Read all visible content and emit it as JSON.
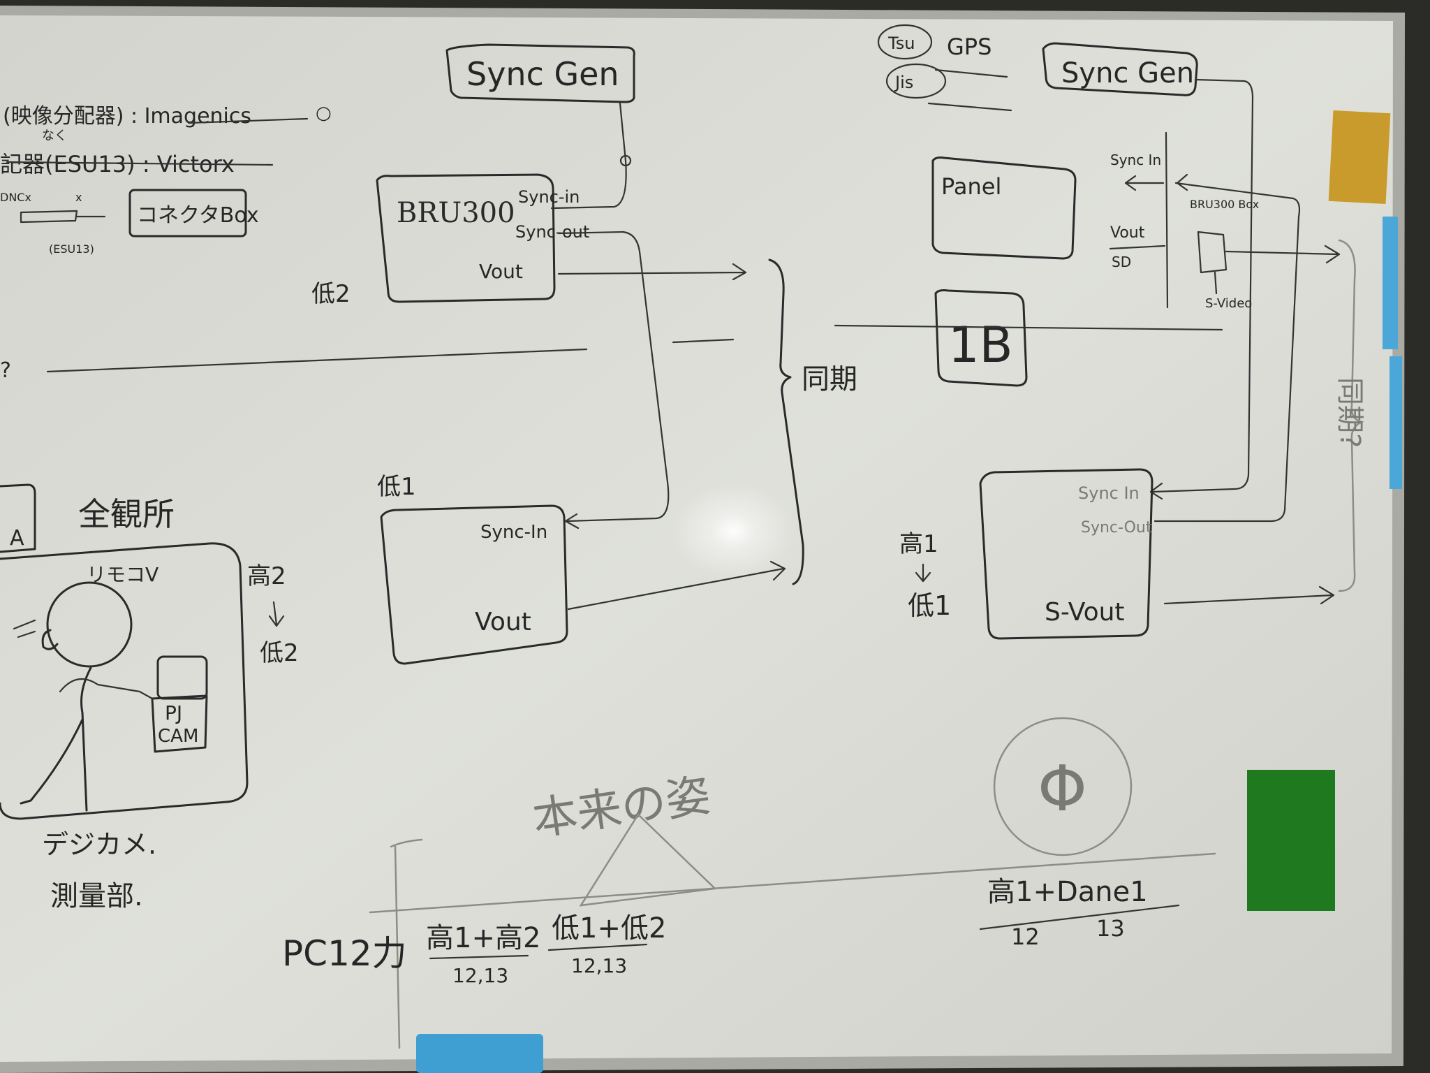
{
  "top_left_notes": {
    "line1": "(映像分配器) : Imagenics",
    "line1_small": "なく",
    "line1_mark": "○",
    "line2": "記器(ESU13) : Victorx",
    "line3_left": "DNCx",
    "line3_mark": "x",
    "line3_sub": "(ESU13)",
    "connector_box": "コネクタBox"
  },
  "left_diagram": {
    "sync_gen": "Sync Gen",
    "bru300": "BRU300",
    "sync_in_top": "Sync-in",
    "sync_out_top": "Sync-out",
    "vout_top": "Vout",
    "label_low2": "低2",
    "label_low1": "低1",
    "sync_in_bottom": "Sync-In",
    "vout_bottom": "Vout",
    "sync_brace": "同期"
  },
  "right_diagram": {
    "tsu": "Tsu",
    "gps": "GPS",
    "jis": "Jis",
    "sync_gen": "Sync Gen",
    "panel": "Panel",
    "sync_in": "Sync In",
    "vout": "Vout",
    "sd": "SD",
    "bru_box": "BRU300 Box",
    "s_video": "S-Video",
    "room_1b": "1B",
    "box_sync_in": "Sync In",
    "box_sync_out": "Sync-Out",
    "box_s_vout": "S-Vout",
    "high1": "高1",
    "low1": "低1",
    "sync_question": "同期?"
  },
  "bottom_left": {
    "box_a": "A",
    "title": "全観所",
    "remote": "リモコV",
    "pj_cam_line1": "PJ",
    "pj_cam_line2": "CAM",
    "high2": "高2",
    "low2": "低2",
    "digicam": "デジカメ.",
    "measuring": "測量部."
  },
  "bottom_center": {
    "real_shape": "本来の姿",
    "pc_count": "PC12力",
    "formula1_top": "高1+高2",
    "formula1_bottom": "12,13",
    "formula2_top": "低1+低2",
    "formula2_bottom": "12,13",
    "formula3_top": "高1+Dane1",
    "formula3_bottom_left": "12",
    "formula3_bottom_right": "13",
    "circle_symbol": "Φ"
  }
}
